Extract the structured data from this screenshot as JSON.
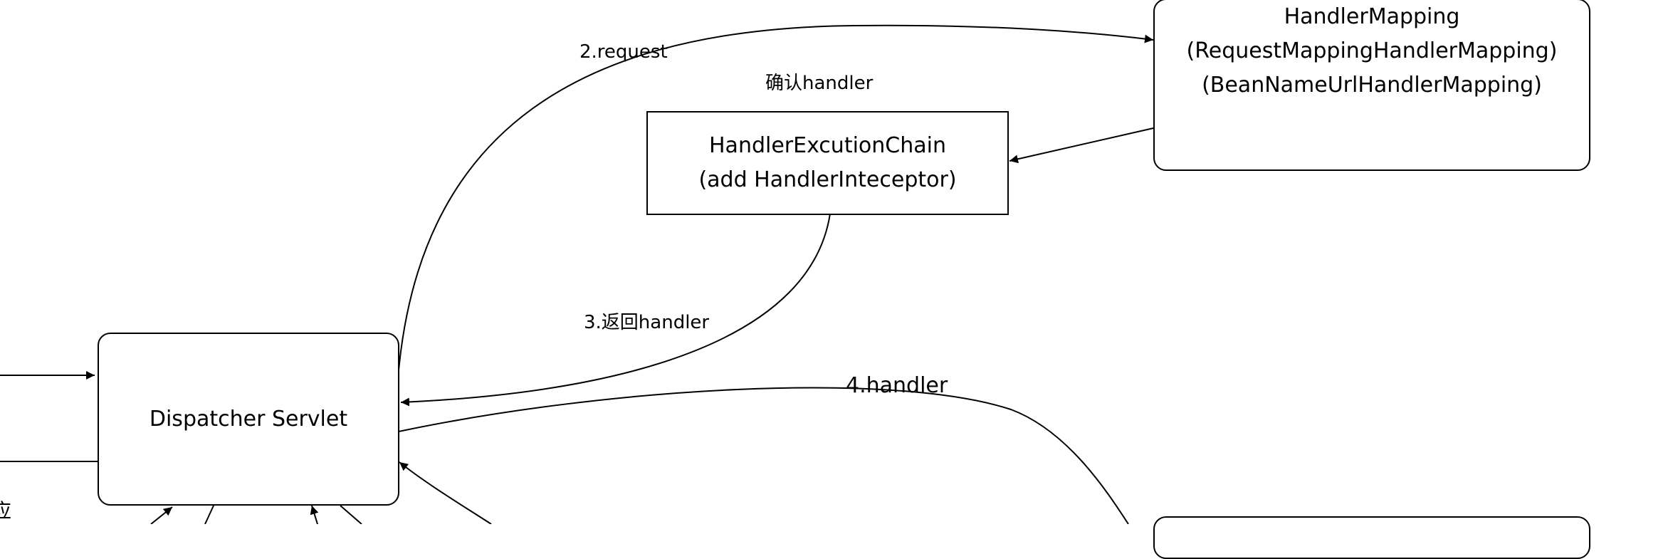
{
  "nodes": {
    "handler_mapping": {
      "line1": "HandlerMapping",
      "line2": "(RequestMappingHandlerMapping)",
      "line3": "(BeanNameUrlHandlerMapping)"
    },
    "handler_chain": {
      "line1": "HandlerExcutionChain",
      "line2": "(add HandlerInteceptor)"
    },
    "dispatcher": {
      "label": "Dispatcher Servlet"
    }
  },
  "edges": {
    "request": "2.request",
    "confirm": "确认handler",
    "return_handler": "3.返回handler",
    "handler": "4.handler"
  },
  "fragments": {
    "left_cut_char": "应"
  }
}
